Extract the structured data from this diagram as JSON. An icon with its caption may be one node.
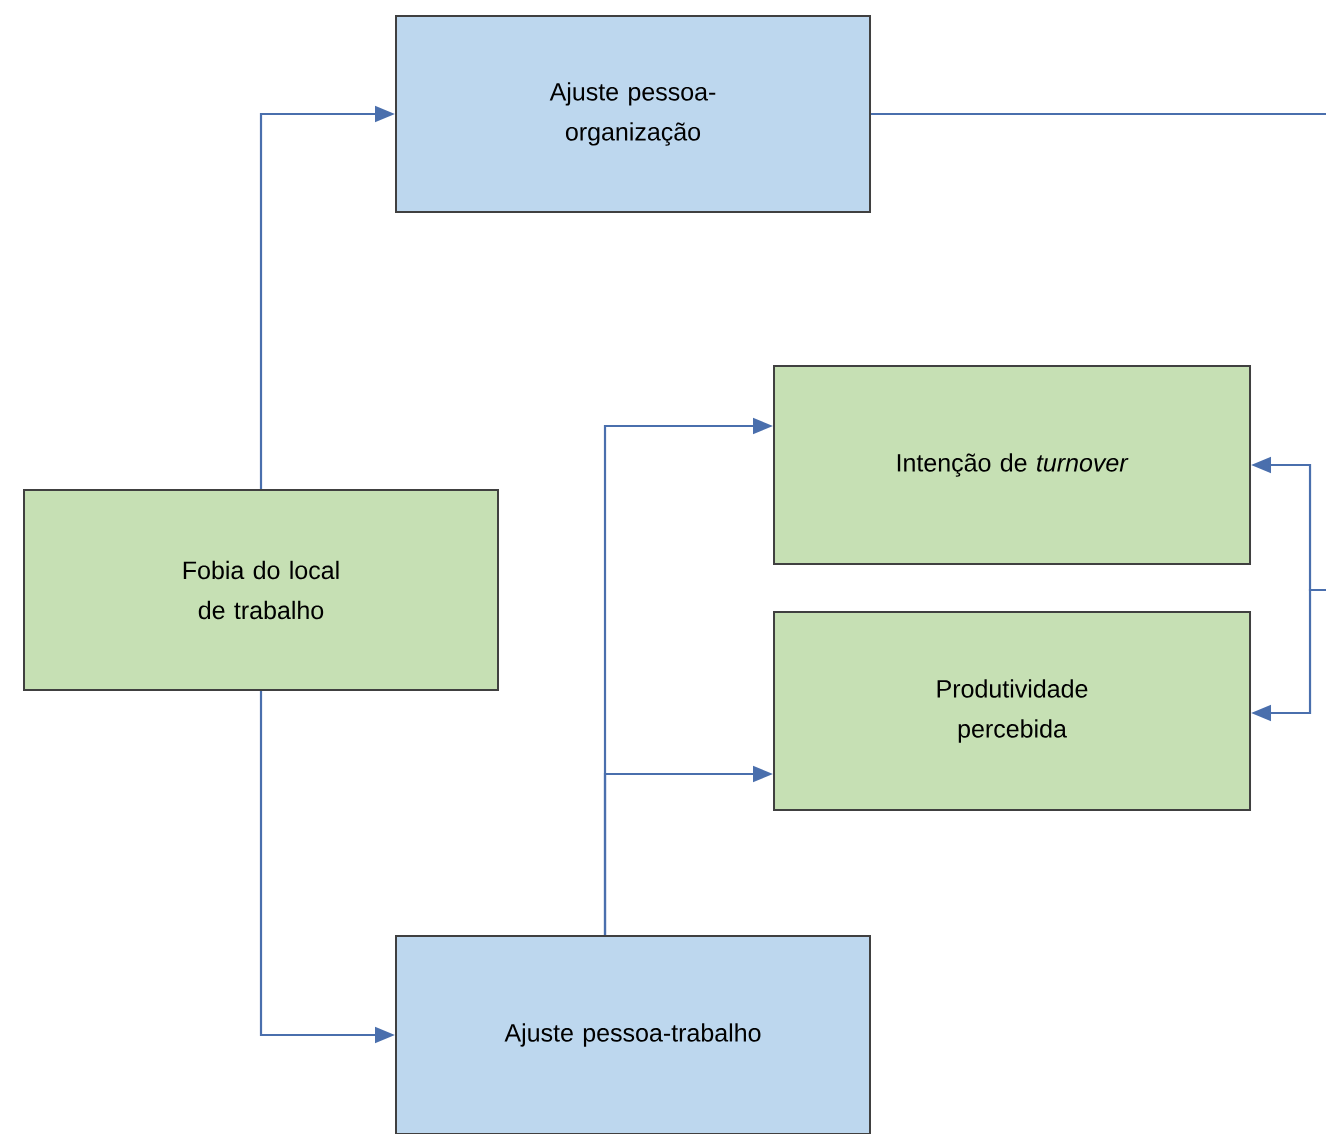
{
  "diagram": {
    "nodes": [
      {
        "text": [
          "Fobia do local de trabalho"
        ]
      },
      {
        "text": [
          "Ajuste pessoa-organização"
        ]
      },
      {
        "text": [
          "Ajuste pessoa-trabalho"
        ]
      },
      {
        "text": [
          "Intenção de *turnover*"
        ]
      },
      {
        "text": [
          "Produtividade percebida"
        ]
      }
    ],
    "edges": [
      {
        "from": 0,
        "to": 1,
        "arrow": "to"
      },
      {
        "from": 0,
        "to": 2,
        "arrow": "to"
      },
      {
        "from": 2,
        "to": 3,
        "arrow": "to"
      },
      {
        "from": 2,
        "to": 4,
        "arrow": "to"
      },
      {
        "from": 1,
        "to": null,
        "arrow": "none"
      },
      {
        "from": null,
        "to": 3,
        "arrow": "to"
      },
      {
        "from": null,
        "to": 4,
        "arrow": "to"
      }
    ]
  }
}
